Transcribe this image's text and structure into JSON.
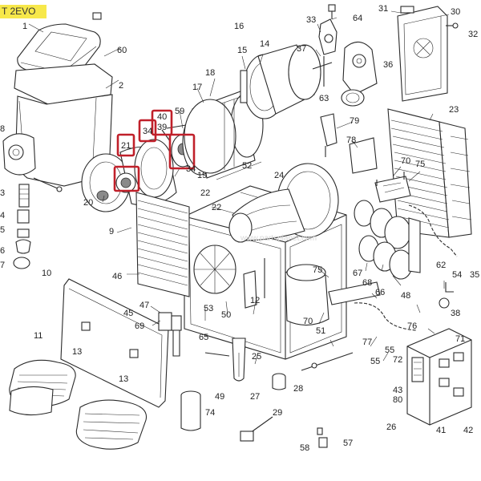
{
  "header": {
    "model_tag": "T 2EVO"
  },
  "watermark": "www.partsplanet.com",
  "colors": {
    "highlight": "#c0202a",
    "tag_background": "#f7e84a",
    "line": "#2a2a2a"
  },
  "callouts": [
    {
      "id": "c1",
      "label": "1"
    },
    {
      "id": "c2",
      "label": "2"
    },
    {
      "id": "c3",
      "label": "3"
    },
    {
      "id": "c4",
      "label": "4"
    },
    {
      "id": "c5",
      "label": "5"
    },
    {
      "id": "c6",
      "label": "6"
    },
    {
      "id": "c7",
      "label": "7"
    },
    {
      "id": "c8",
      "label": "8"
    },
    {
      "id": "c9",
      "label": "9"
    },
    {
      "id": "c10",
      "label": "10"
    },
    {
      "id": "c11",
      "label": "11"
    },
    {
      "id": "c12",
      "label": "12"
    },
    {
      "id": "c13a",
      "label": "13"
    },
    {
      "id": "c13b",
      "label": "13"
    },
    {
      "id": "c14",
      "label": "14"
    },
    {
      "id": "c15",
      "label": "15"
    },
    {
      "id": "c16",
      "label": "16"
    },
    {
      "id": "c17",
      "label": "17"
    },
    {
      "id": "c18",
      "label": "18"
    },
    {
      "id": "c19",
      "label": "19"
    },
    {
      "id": "c20",
      "label": "20"
    },
    {
      "id": "c21",
      "label": "21"
    },
    {
      "id": "c22a",
      "label": "22"
    },
    {
      "id": "c22b",
      "label": "22"
    },
    {
      "id": "c23",
      "label": "23"
    },
    {
      "id": "c24",
      "label": "24"
    },
    {
      "id": "c25",
      "label": "25"
    },
    {
      "id": "c26",
      "label": "26"
    },
    {
      "id": "c27",
      "label": "27"
    },
    {
      "id": "c28",
      "label": "28"
    },
    {
      "id": "c29",
      "label": "29"
    },
    {
      "id": "c30",
      "label": "30"
    },
    {
      "id": "c31",
      "label": "31"
    },
    {
      "id": "c32",
      "label": "32"
    },
    {
      "id": "c33",
      "label": "33"
    },
    {
      "id": "c34a",
      "label": "34"
    },
    {
      "id": "c34b",
      "label": "34"
    },
    {
      "id": "c35",
      "label": "35"
    },
    {
      "id": "c36",
      "label": "36"
    },
    {
      "id": "c37",
      "label": "37"
    },
    {
      "id": "c38",
      "label": "38"
    },
    {
      "id": "c39",
      "label": "39"
    },
    {
      "id": "c40",
      "label": "40"
    },
    {
      "id": "c41",
      "label": "41"
    },
    {
      "id": "c42",
      "label": "42"
    },
    {
      "id": "c43",
      "label": "43"
    },
    {
      "id": "c45",
      "label": "45"
    },
    {
      "id": "c46",
      "label": "46"
    },
    {
      "id": "c47",
      "label": "47"
    },
    {
      "id": "c48",
      "label": "48"
    },
    {
      "id": "c49",
      "label": "49"
    },
    {
      "id": "c50",
      "label": "50"
    },
    {
      "id": "c51",
      "label": "51"
    },
    {
      "id": "c52",
      "label": "52"
    },
    {
      "id": "c53",
      "label": "53"
    },
    {
      "id": "c54",
      "label": "54"
    },
    {
      "id": "c55a",
      "label": "55"
    },
    {
      "id": "c55b",
      "label": "55"
    },
    {
      "id": "c57",
      "label": "57"
    },
    {
      "id": "c58",
      "label": "58"
    },
    {
      "id": "c59",
      "label": "59"
    },
    {
      "id": "c60",
      "label": "60"
    },
    {
      "id": "c62",
      "label": "62"
    },
    {
      "id": "c63",
      "label": "63"
    },
    {
      "id": "c64",
      "label": "64"
    },
    {
      "id": "c65",
      "label": "65"
    },
    {
      "id": "c66",
      "label": "66"
    },
    {
      "id": "c67",
      "label": "67"
    },
    {
      "id": "c68",
      "label": "68"
    },
    {
      "id": "c69",
      "label": "69"
    },
    {
      "id": "c70a",
      "label": "70"
    },
    {
      "id": "c70b",
      "label": "70"
    },
    {
      "id": "c71",
      "label": "71"
    },
    {
      "id": "c72",
      "label": "72"
    },
    {
      "id": "c74",
      "label": "74"
    },
    {
      "id": "c75a",
      "label": "75"
    },
    {
      "id": "c75b",
      "label": "75"
    },
    {
      "id": "c76",
      "label": "76"
    },
    {
      "id": "c77",
      "label": "77"
    },
    {
      "id": "c78",
      "label": "78"
    },
    {
      "id": "c79",
      "label": "79"
    },
    {
      "id": "c80",
      "label": "80"
    }
  ]
}
